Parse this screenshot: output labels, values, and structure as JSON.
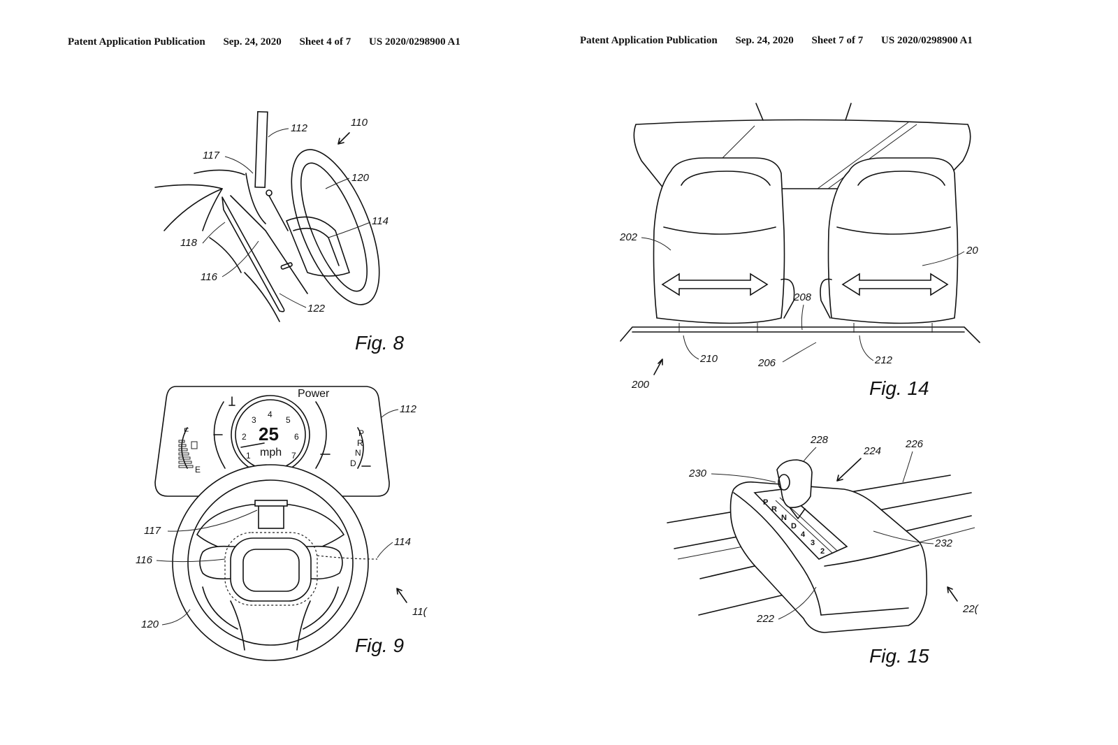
{
  "header_left": {
    "title": "Patent Application Publication",
    "date": "Sep. 24, 2020",
    "sheet": "Sheet 4 of 7",
    "number": "US 2020/0298900 A1"
  },
  "header_right": {
    "title": "Patent Application Publication",
    "date": "Sep. 24, 2020",
    "sheet": "Sheet 7 of 7",
    "number": "US 2020/0298900 A1"
  },
  "fig8": {
    "caption": "Fig. 8",
    "refs": {
      "r110": "110",
      "r112": "112",
      "r117": "117",
      "r120": "120",
      "r114": "114",
      "r118": "118",
      "r116": "116",
      "r122": "122"
    }
  },
  "fig9": {
    "caption": "Fig. 9",
    "dash": {
      "power": "Power",
      "speed": "25",
      "unit": "mph",
      "ticks": [
        "1",
        "2",
        "3",
        "4",
        "5",
        "6",
        "7"
      ],
      "fuel_full": "F",
      "fuel_empty": "E",
      "gears": [
        "P",
        "R",
        "N",
        "D"
      ]
    },
    "refs": {
      "r112": "112",
      "r117": "117",
      "r116": "116",
      "r114": "114",
      "r120": "120",
      "r110": "11("
    }
  },
  "fig14": {
    "caption": "Fig. 14",
    "refs": {
      "r202": "202",
      "r204": "20",
      "r208": "208",
      "r210": "210",
      "r206": "206",
      "r212": "212",
      "r200": "200"
    }
  },
  "fig15": {
    "caption": "Fig. 15",
    "gates": [
      "P",
      "R",
      "N",
      "D",
      "4",
      "3",
      "2"
    ],
    "refs": {
      "r228": "228",
      "r224": "224",
      "r226": "226",
      "r230": "230",
      "r232": "232",
      "r222": "222",
      "r220": "22("
    }
  }
}
